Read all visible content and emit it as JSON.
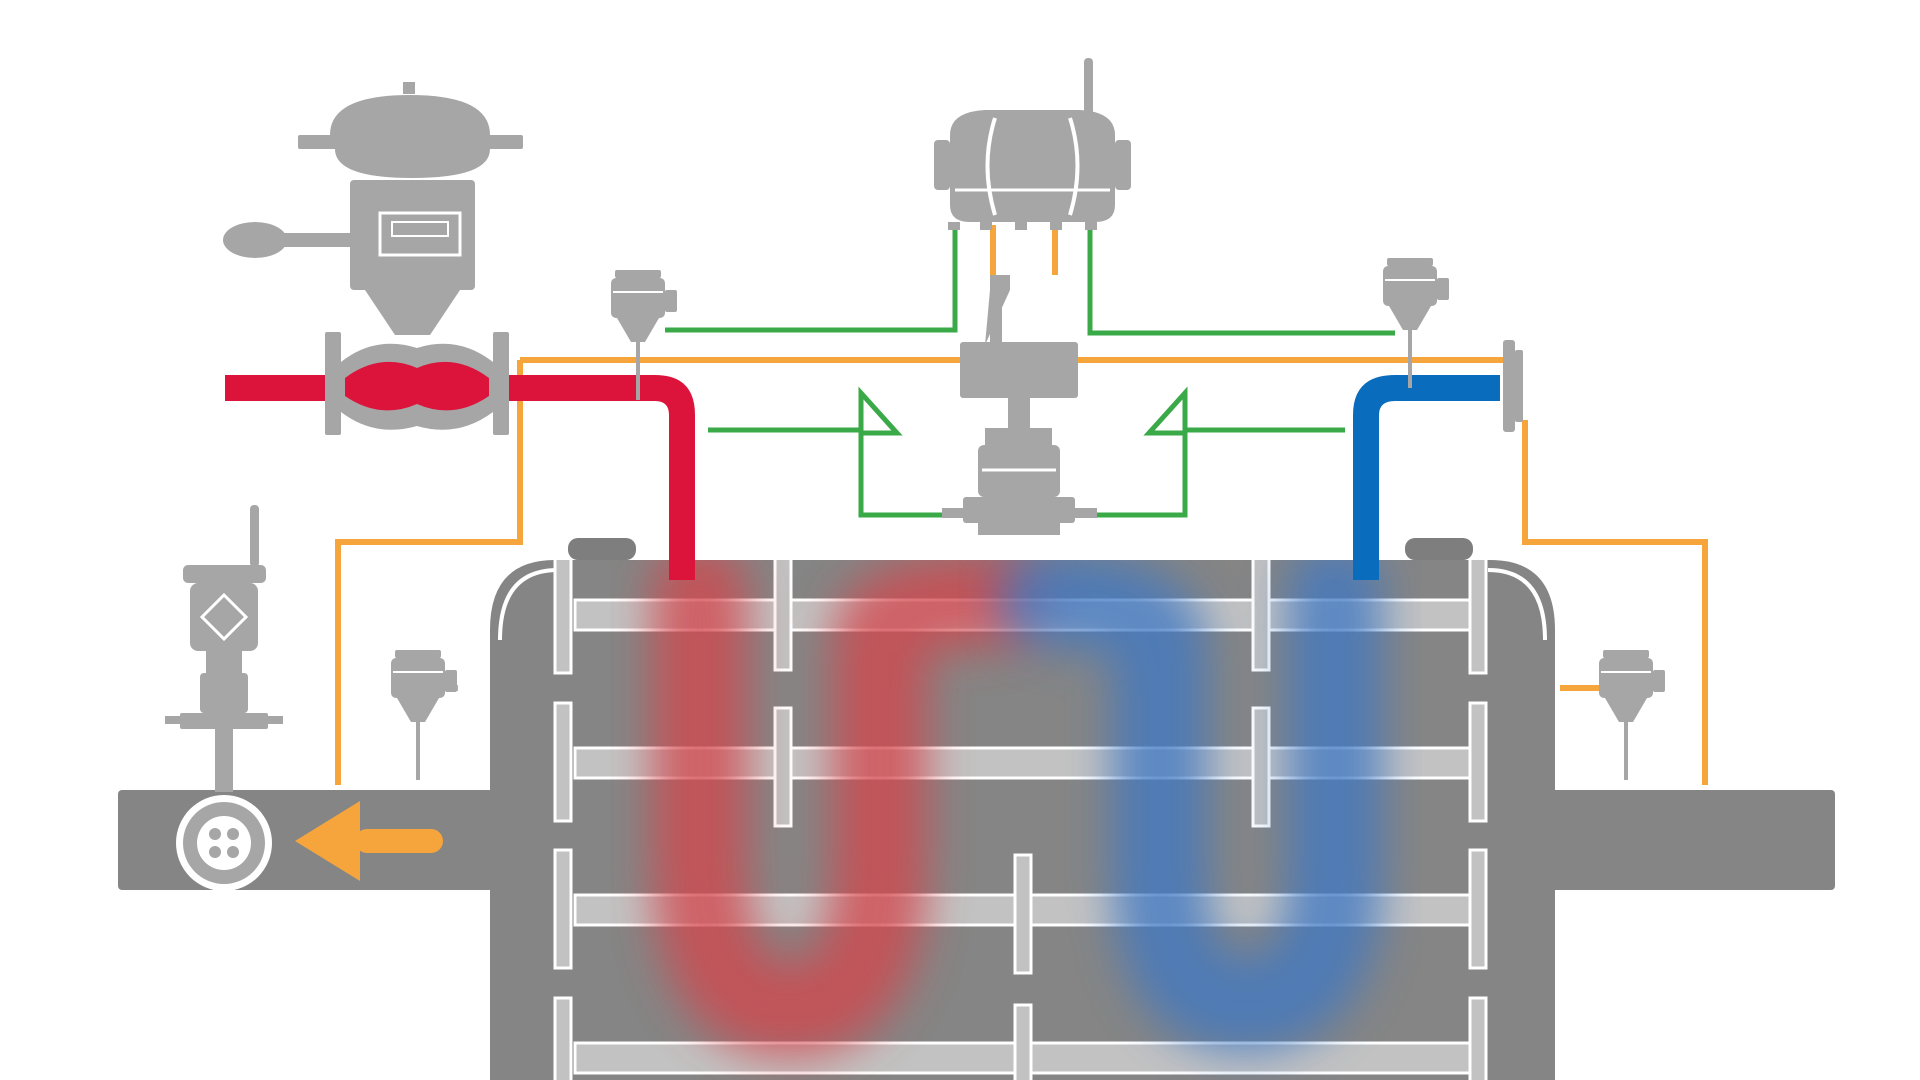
{
  "colors": {
    "background": "#ffffff",
    "equipment_gray": "#a6a6a6",
    "equipment_light": "#c4c4c4",
    "equipment_dark": "#7e7e7e",
    "shell_gray": "#858585",
    "tube_gray": "#c2c2c2",
    "hot_fluid": "#dc143c",
    "cold_fluid": "#0a6cbc",
    "hot_haze": "#d2474e",
    "cold_haze": "#3f78c2",
    "signal_orange": "#f6a53c",
    "signal_green": "#3aaa48",
    "flow_arrow": "#f6a53c"
  },
  "components": {
    "control_valve": {
      "icon": "pneumatic-control-valve-icon"
    },
    "positioner": {
      "icon": "wireless-valve-positioner-icon"
    },
    "temperature_transmitters": [
      {
        "id": "hot-inlet",
        "icon": "temperature-transmitter-icon"
      },
      {
        "id": "cold-outlet",
        "icon": "temperature-transmitter-icon"
      },
      {
        "id": "process-outlet",
        "icon": "temperature-transmitter-icon"
      },
      {
        "id": "process-inlet",
        "icon": "temperature-transmitter-icon"
      }
    ],
    "flow_transmitter": {
      "icon": "vortex-flowmeter-transmitter-icon"
    },
    "differential_pressure": {
      "icon": "dp-transmitter-icon"
    },
    "heat_exchanger": {
      "icon": "shell-and-tube-heat-exchanger-icon"
    },
    "flow_direction": {
      "icon": "arrow-left-icon",
      "direction": "left"
    }
  }
}
